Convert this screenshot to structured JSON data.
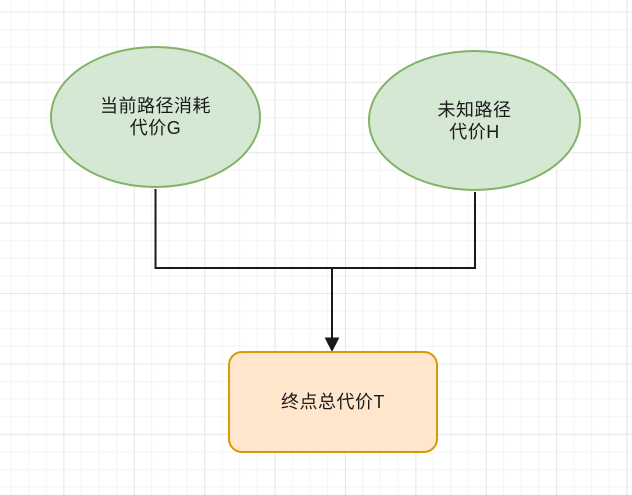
{
  "diagram": {
    "nodes": [
      {
        "id": "current-path-cost",
        "shape": "ellipse",
        "label": "当前路径消耗\n代价G",
        "fill": "#d5e8d4",
        "stroke": "#82b366"
      },
      {
        "id": "unknown-path-cost",
        "shape": "ellipse",
        "label": "未知路径\n代价H",
        "fill": "#d5e8d4",
        "stroke": "#82b366"
      },
      {
        "id": "total-cost",
        "shape": "rounded-rectangle",
        "label": "终点总代价T",
        "fill": "#ffe6cc",
        "stroke": "#d79b00"
      }
    ],
    "edges": [
      {
        "from": "current-path-cost",
        "to": "total-cost",
        "type": "elbow",
        "color": "#1a1a1a"
      },
      {
        "from": "unknown-path-cost",
        "to": "total-cost",
        "type": "elbow",
        "color": "#1a1a1a",
        "arrow": "filled-triangle-down"
      }
    ],
    "grid": {
      "minor_line_color": "#f4f4f4",
      "major_line_color": "#e8e8e8"
    }
  }
}
